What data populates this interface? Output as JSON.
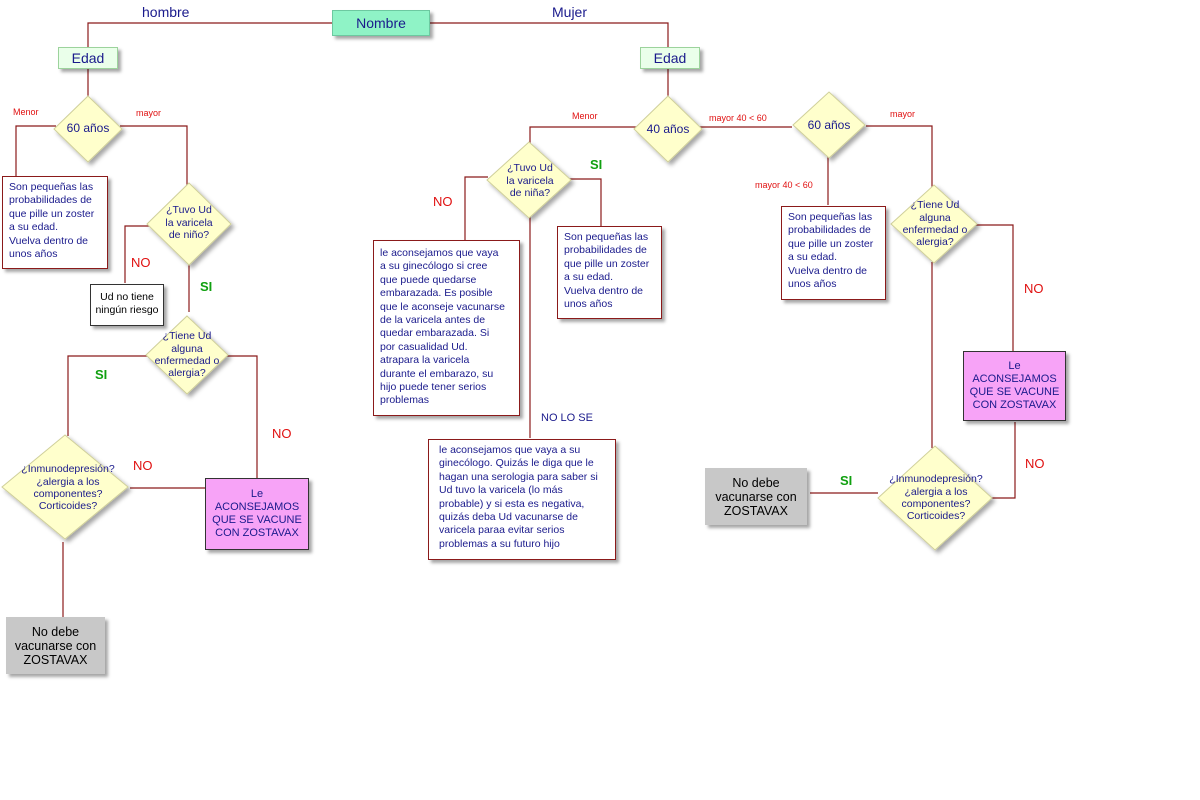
{
  "title": "Nombre",
  "gender": {
    "male": "hombre",
    "female": "Mujer"
  },
  "edad": {
    "male": "Edad",
    "female": "Edad"
  },
  "male": {
    "age_diamond": "60 años",
    "label_menor": "Menor",
    "label_mayor": "mayor",
    "low_prob_box": "Son pequeñas las\nprobabilidades de\nque pille un zoster\na su edad.\nVuelva dentro de\nunos años",
    "varicela_diamond": "¿Tuvo Ud\nla varicela\nde niño?",
    "label_no_varicela": "NO",
    "no_risk_box": "Ud no tiene\nningún riesgo",
    "label_si_varicela": "SI",
    "enfermedad_diamond": "¿Tiene Ud\nalguna\nenfermedad o\nalergia?",
    "label_si_enfermedad": "SI",
    "label_no_enfermedad": "NO",
    "inmuno_diamond": "¿Inmunodepresión?\n¿alergia a los\ncomponentes?\nCorticoides?",
    "label_no_inmuno": "NO",
    "vaccinate_box": "Le ACONSEJAMOS\nQUE SE VACUNE\nCON ZOSTAVAX",
    "no_vaccine_box": "No debe\nvacunarse con\nZOSTAVAX"
  },
  "female": {
    "age_diamond": "40 años",
    "label_menor": "Menor",
    "label_mayor_40_60": "mayor 40 < 60",
    "varicela_diamond": "¿Tuvo Ud\nla varicela\nde niña?",
    "label_no": "NO",
    "label_si": "SI",
    "gyneco_box": "le aconsejamos que vaya\na su ginecólogo si cree\nque puede quedarse\nembarazada. Es posible\nque le aconseje vacunarse\nde la varicela antes de\nquedar embarazada. Si\npor casualidad Ud.\natrapara la varicela\ndurante el embarazo, su\nhijo puede tener serios\nproblemas",
    "low_prob_box_1": "Son pequeñas las\nprobabilidades de\nque pille un zoster\na su edad.\nVuelva dentro de\nunos años",
    "label_no_lo_se": "NO LO SE",
    "serology_box": "le aconsejamos que vaya a su\nginecólogo. Quizás le diga que le\nhagan una serologia para saber si\nUd tuvo la varicela (lo más\nprobable) y si esta es negativa,\nquizás deba Ud  vacunarse de\nvaricela paraa evitar serios\nproblemas a su futuro hijo",
    "age60_diamond": "60 años",
    "label_mayor_40_60_b": "mayor 40 < 60",
    "label_mayor": "mayor",
    "low_prob_box_2": "Son pequeñas las\nprobabilidades de\nque pille un zoster\na su edad.\nVuelva dentro de\nunos años",
    "enfermedad_diamond": "¿Tiene Ud\nalguna\nenfermedad o\nalergia?",
    "label_no_enfermedad": "NO",
    "vaccinate_box": "Le ACONSEJAMOS\nQUE SE VACUNE\nCON ZOSTAVAX",
    "label_no_inmuno": "NO",
    "inmuno_diamond": "¿Inmunodepresión?\n¿alergia a los\ncomponentes?\nCorticoides?",
    "label_si_inmuno": "SI",
    "no_vaccine_box": "No debe\nvacunarse con\nZOSTAVAX"
  },
  "colors": {
    "connector": "#8b1a1a",
    "diamond_fill": "#ffffcc",
    "vaccinate_fill": "#f7a3f7",
    "no_vaccine_fill": "#c8c8c8",
    "title_fill": "#8ff3c6"
  }
}
